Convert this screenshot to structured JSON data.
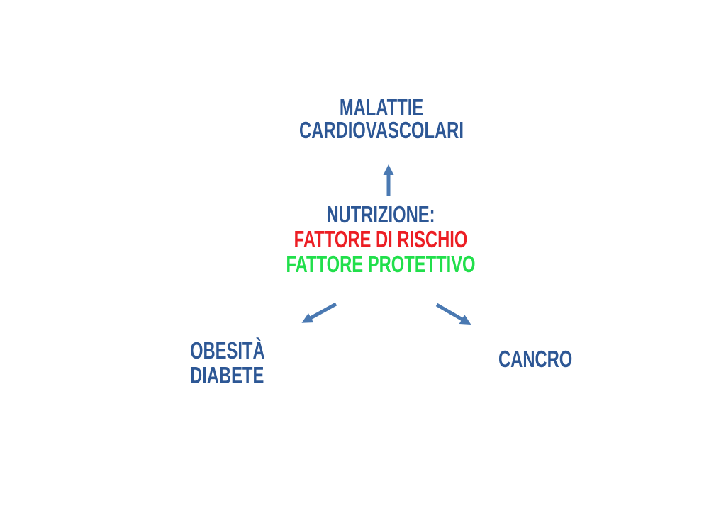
{
  "colors": {
    "background": "#FFFFFF",
    "title_blue": "#2D5795",
    "arrow_blue": "#4A79B2",
    "risk_red": "#EC1E24",
    "protective_green": "#21DF4B"
  },
  "diagram": {
    "top_node": {
      "line1": "MALATTIE",
      "line2": "CARDIOVASCOLARI"
    },
    "center_node": {
      "title": "NUTRIZIONE:",
      "risk": "FATTORE DI RISCHIO",
      "protective": "FATTORE PROTETTIVO"
    },
    "bottom_left_node": {
      "line1": "OBESITÀ",
      "line2": "DIABETE"
    },
    "bottom_right_node": {
      "label": "CANCRO"
    },
    "arrows": [
      {
        "name": "up-arrow",
        "from": "NUTRIZIONE",
        "to": "MALATTIE CARDIOVASCOLARI"
      },
      {
        "name": "down-left-arrow",
        "from": "NUTRIZIONE",
        "to": "OBESITÀ DIABETE"
      },
      {
        "name": "down-right-arrow",
        "from": "NUTRIZIONE",
        "to": "CANCRO"
      }
    ]
  }
}
